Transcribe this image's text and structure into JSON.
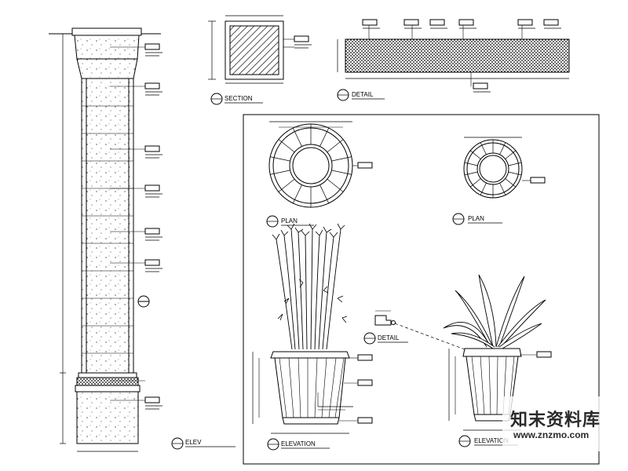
{
  "titles": {
    "section": "SECTION",
    "detail_top": "DETAIL",
    "detail_mid": "DETAIL",
    "plan": "PLAN",
    "plan_small": "PLAN",
    "elev_column": "ELEV",
    "elevation_mid": "ELEVATION",
    "elevation_right": "ELEVATION"
  },
  "watermark": {
    "logo_text": "知末资料库",
    "url": "www.znzmo.com"
  }
}
